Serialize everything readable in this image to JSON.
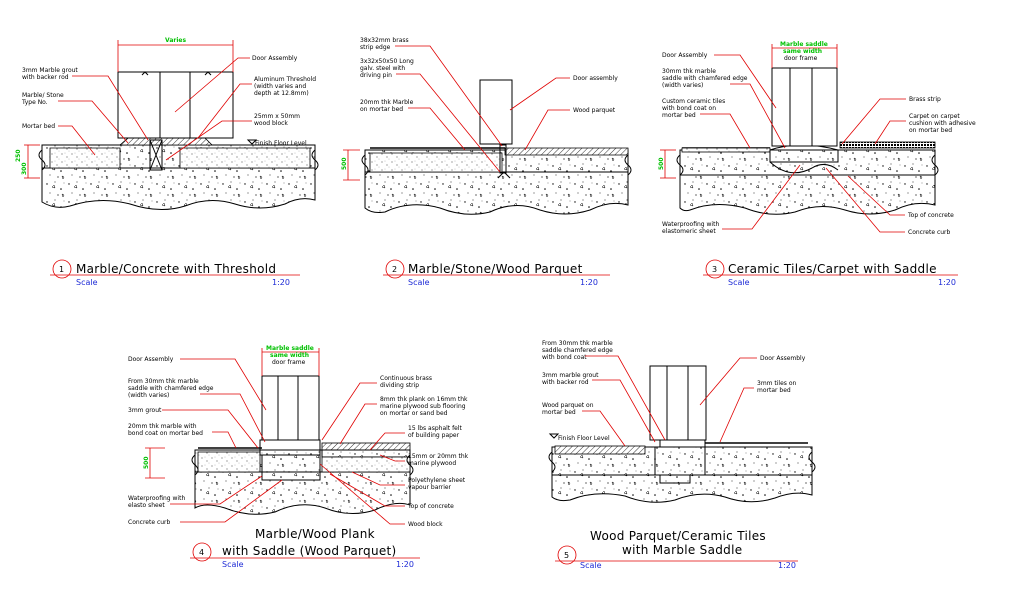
{
  "colors": {
    "leader": "#e00000",
    "dimension_text": "#00c000",
    "scale_text": "#1e2bd6",
    "ink": "#000000"
  },
  "details": [
    {
      "number": "1",
      "title": "Marble/Concrete with Threshold",
      "scale_label": "Scale",
      "scale_value": "1:20",
      "dimension": "Varies",
      "dims_left": [
        "300",
        "250"
      ],
      "notes": {
        "door_assembly": "Door Assembly",
        "grout": [
          "3mm Marble grout",
          "with backer rod"
        ],
        "marble": [
          "Marble/ Stone",
          "Type No."
        ],
        "mortar": "Mortar bed",
        "threshold": [
          "Aluminum Threshold",
          "(width varies and",
          "depth at 12.8mm)"
        ],
        "wood_block": [
          "25mm x 50mm",
          "wood block"
        ],
        "ffl": "Finish Floor Level"
      }
    },
    {
      "number": "2",
      "title": "Marble/Stone/Wood Parquet",
      "scale_label": "Scale",
      "scale_value": "1:20",
      "dims_left": [
        "500"
      ],
      "notes": {
        "brass": [
          "38x32mm brass",
          "strip edge"
        ],
        "galv": [
          "3x32x50x50 Long",
          "galv. steel with",
          "driving pin"
        ],
        "marble": [
          "20mm thk Marble",
          "on mortar bed"
        ],
        "door_assembly": "Door assembly",
        "parquet": "Wood parquet"
      }
    },
    {
      "number": "3",
      "title": "Ceramic Tiles/Carpet with Saddle",
      "scale_label": "Scale",
      "scale_value": "1:20",
      "dimension": [
        "Marble saddle",
        "same width",
        "door frame"
      ],
      "dims_left": [
        "500"
      ],
      "notes": {
        "door_assembly": "Door Assembly",
        "saddle": [
          "30mm thk marble",
          "saddle with chamfered edge",
          "(width varies)"
        ],
        "tiles": [
          "Custom ceramic tiles",
          "with bond coat on",
          "mortar bed"
        ],
        "brass": "Brass strip",
        "carpet": [
          "Carpet on carpet",
          "cushion with adhesive",
          "on mortar bed"
        ],
        "top_concrete": "Top of concrete",
        "waterproofing": [
          "Waterproofing with",
          "elastomeric sheet"
        ],
        "curb": "Concrete curb"
      }
    },
    {
      "number": "4",
      "title": [
        "Marble/Wood Plank",
        "with Saddle (Wood Parquet)"
      ],
      "scale_label": "Scale",
      "scale_value": "1:20",
      "dimension": [
        "Marble saddle",
        "same width",
        "door frame"
      ],
      "dims_left": [
        "500"
      ],
      "notes": {
        "door_assembly": "Door Assembly",
        "saddle": [
          "From 30mm thk marble",
          "saddle with chamfered edge",
          "(width varies)"
        ],
        "grout": "3mm grout",
        "marble": [
          "20mm thk marble with",
          "bond coat on mortar bed"
        ],
        "waterproofing": [
          "Waterproofing with",
          "elasto sheet"
        ],
        "curb": "Concrete curb",
        "brass": [
          "Continuous brass",
          "dividing strip"
        ],
        "plank": [
          "8mm thk plank on 16mm thk",
          "marine plywood sub flooring",
          "on mortar or sand bed"
        ],
        "felt": [
          "15 lbs asphalt felt",
          "of building paper"
        ],
        "plywood": [
          "15mm or 20mm thk",
          "marine plywood"
        ],
        "poly": [
          "Polyethylene sheet",
          "vapour barrier"
        ],
        "top_concrete": "Top of concrete",
        "wood_block": "Wood block"
      }
    },
    {
      "number": "5",
      "title": [
        "Wood Parquet/Ceramic Tiles",
        "with Marble Saddle"
      ],
      "scale_label": "Scale",
      "scale_value": "1:20",
      "notes": {
        "saddle": [
          "From 30mm thk marble",
          "saddle chamfered edge",
          "with bond coat"
        ],
        "grout": [
          "3mm marble grout",
          "with backer rod"
        ],
        "parquet": [
          "Wood parquet on",
          "mortar bed"
        ],
        "ffl": "Finish Floor Level",
        "door_assembly": "Door Assembly",
        "tiles": [
          "3mm tiles on",
          "mortar bed"
        ]
      }
    }
  ]
}
